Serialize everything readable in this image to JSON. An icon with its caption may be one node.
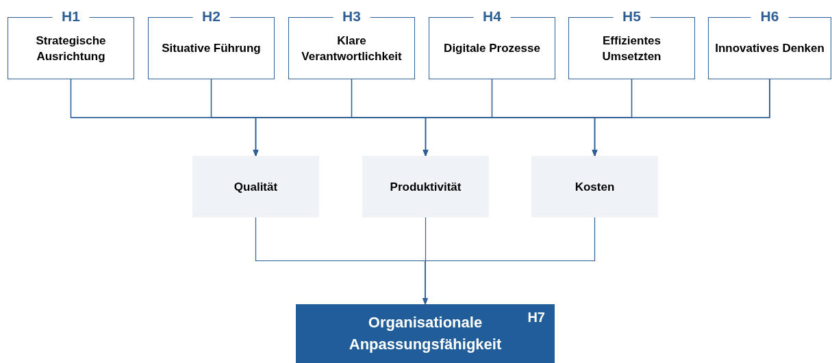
{
  "diagram": {
    "nodes": [
      {
        "text": [
          "H1",
          "Strategische Ausrichtung"
        ]
      },
      {
        "text": [
          "H2",
          "Situative Führung"
        ]
      },
      {
        "text": [
          "H3",
          "Klare Verantwortlichkeit"
        ]
      },
      {
        "text": [
          "H4",
          "Digitale Prozesse"
        ]
      },
      {
        "text": [
          "H5",
          "Effizientes Umsetzten"
        ]
      },
      {
        "text": [
          "H6",
          "Innovatives Denken"
        ]
      },
      {
        "text": [
          "Qualität"
        ]
      },
      {
        "text": [
          "Produktivität"
        ]
      },
      {
        "text": [
          "Kosten"
        ]
      },
      {
        "text": [
          "Organisationale Anpassungsfähigkeit",
          "H7"
        ]
      }
    ],
    "edges": [
      {
        "from": 0,
        "to": 6,
        "arrow": "to"
      },
      {
        "from": 0,
        "to": 7,
        "arrow": "to"
      },
      {
        "from": 0,
        "to": 8,
        "arrow": "to"
      },
      {
        "from": 1,
        "to": 6,
        "arrow": "to"
      },
      {
        "from": 1,
        "to": 7,
        "arrow": "to"
      },
      {
        "from": 1,
        "to": 8,
        "arrow": "to"
      },
      {
        "from": 2,
        "to": 6,
        "arrow": "to"
      },
      {
        "from": 2,
        "to": 7,
        "arrow": "to"
      },
      {
        "from": 2,
        "to": 8,
        "arrow": "to"
      },
      {
        "from": 3,
        "to": 6,
        "arrow": "to"
      },
      {
        "from": 3,
        "to": 7,
        "arrow": "to"
      },
      {
        "from": 3,
        "to": 8,
        "arrow": "to"
      },
      {
        "from": 4,
        "to": 6,
        "arrow": "to"
      },
      {
        "from": 4,
        "to": 7,
        "arrow": "to"
      },
      {
        "from": 4,
        "to": 8,
        "arrow": "to"
      },
      {
        "from": 5,
        "to": 6,
        "arrow": "to"
      },
      {
        "from": 5,
        "to": 7,
        "arrow": "to"
      },
      {
        "from": 5,
        "to": 8,
        "arrow": "to"
      },
      {
        "from": 6,
        "to": 9,
        "arrow": "to"
      },
      {
        "from": 7,
        "to": 9,
        "arrow": "to"
      },
      {
        "from": 8,
        "to": 9,
        "arrow": "to"
      }
    ]
  }
}
